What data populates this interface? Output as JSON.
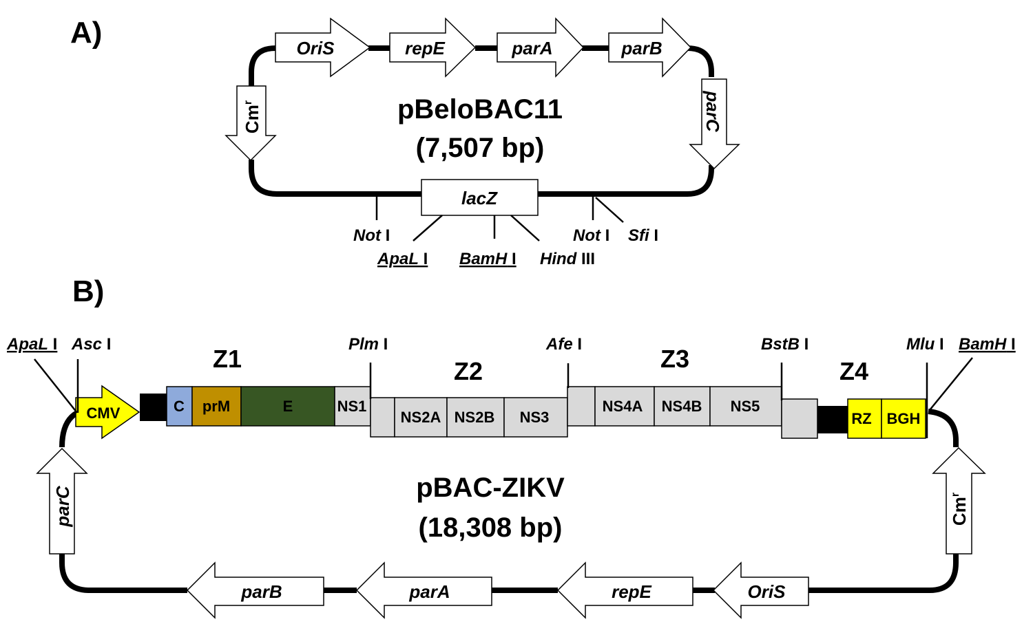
{
  "panelA": {
    "label": "A)",
    "plasmid_name": "pBeloBAC11",
    "plasmid_size": "(7,507 bp)",
    "genes_top": [
      "OriS",
      "repE",
      "parA",
      "parB"
    ],
    "gene_right": "parC",
    "gene_left": "Cm",
    "gene_left_sup": "r",
    "gene_bottom": "lacZ",
    "sites": [
      {
        "name": "Not",
        "suffix": " I",
        "underlined": false
      },
      {
        "name": "ApaL",
        "suffix": " I",
        "underlined": true
      },
      {
        "name": "BamH",
        "suffix": " I",
        "underlined": true
      },
      {
        "name": "Hind",
        "suffix": " III",
        "underlined": false
      },
      {
        "name": "Not",
        "suffix": " I",
        "underlined": false
      },
      {
        "name": "Sfi",
        "suffix": " I",
        "underlined": false
      }
    ]
  },
  "panelB": {
    "label": "B)",
    "plasmid_name": "pBAC-ZIKV",
    "plasmid_size": "(18,308 bp)",
    "zones": [
      "Z1",
      "Z2",
      "Z3",
      "Z4"
    ],
    "promoter": "CMV",
    "segments": {
      "C": {
        "label": "C",
        "color": "#8eaadb"
      },
      "prM": {
        "label": "prM",
        "color": "#bf8f00"
      },
      "E": {
        "label": "E",
        "color": "#375623"
      },
      "NS1": {
        "label": "NS1",
        "color": "#d9d9d9"
      },
      "NS2A": {
        "label": "NS2A",
        "color": "#d9d9d9"
      },
      "NS2B": {
        "label": "NS2B",
        "color": "#d9d9d9"
      },
      "NS3": {
        "label": "NS3",
        "color": "#d9d9d9"
      },
      "NS4A": {
        "label": "NS4A",
        "color": "#d9d9d9"
      },
      "NS4B": {
        "label": "NS4B",
        "color": "#d9d9d9"
      },
      "NS5": {
        "label": "NS5",
        "color": "#d9d9d9"
      },
      "RZ": {
        "label": "RZ",
        "color": "#ffff00"
      },
      "BGH": {
        "label": "BGH",
        "color": "#ffff00"
      }
    },
    "sites": [
      {
        "name": "ApaL",
        "suffix": " I",
        "underlined": true
      },
      {
        "name": "Asc",
        "suffix": " I",
        "underlined": false
      },
      {
        "name": "Plm",
        "suffix": " I",
        "underlined": false
      },
      {
        "name": "Afe",
        "suffix": " I",
        "underlined": false
      },
      {
        "name": "BstB",
        "suffix": " I",
        "underlined": false
      },
      {
        "name": "Mlu",
        "suffix": " I",
        "underlined": false
      },
      {
        "name": "BamH",
        "suffix": " I",
        "underlined": true
      }
    ],
    "genes_bottom": [
      "parB",
      "parA",
      "repE",
      "OriS"
    ],
    "gene_left": "parC",
    "gene_right": "Cm",
    "gene_right_sup": "r"
  },
  "colors": {
    "promoter": "#ffff00",
    "spacer": "#000000",
    "nonstructural": "#d9d9d9"
  }
}
